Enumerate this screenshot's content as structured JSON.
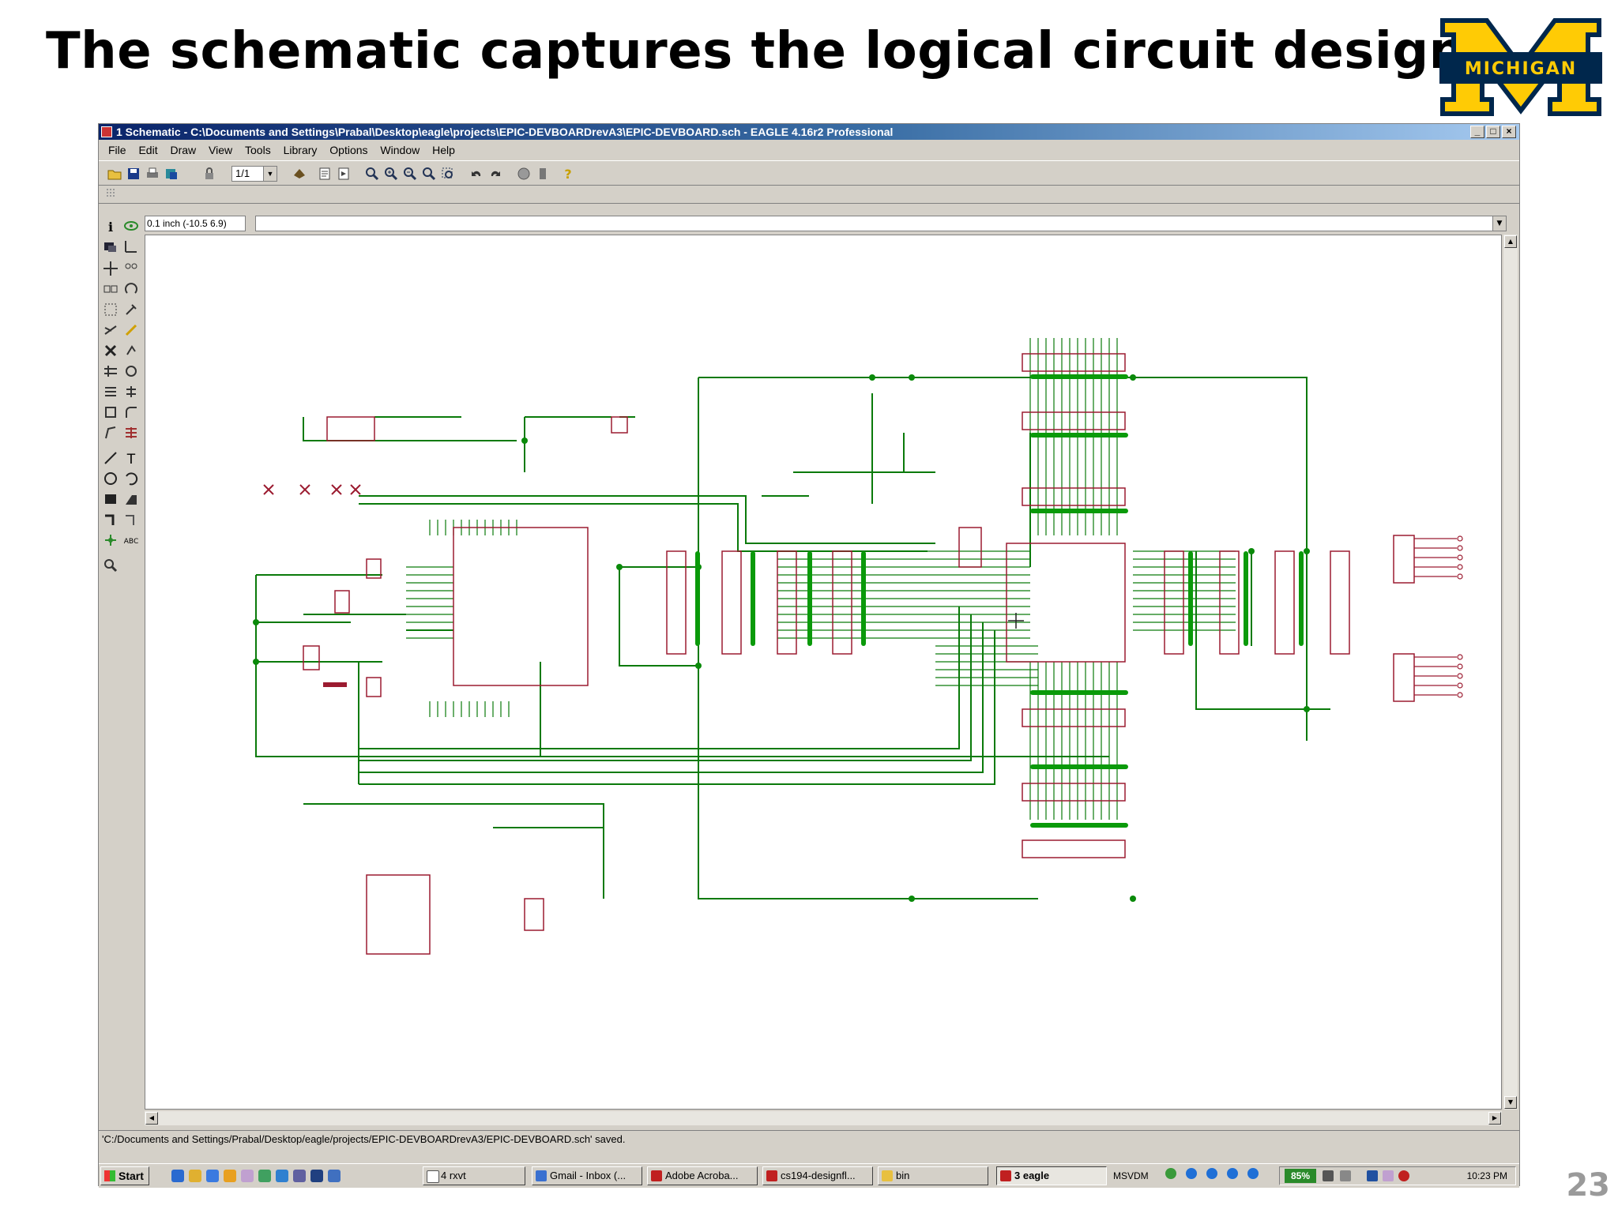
{
  "slide": {
    "title": "The schematic captures the logical circuit design",
    "page_number": "23",
    "logo_text": "MICHIGAN",
    "colors": {
      "maize": "#ffcb05",
      "blue": "#00274c",
      "wire": "#007a00",
      "part": "#9b1b30"
    }
  },
  "window": {
    "title": "1 Schematic - C:\\Documents and Settings\\Prabal\\Desktop\\eagle\\projects\\EPIC-DEVBOARDrevA3\\EPIC-DEVBOARD.sch - EAGLE 4.16r2 Professional",
    "controls": {
      "minimize": "_",
      "maximize": "□",
      "close": "×"
    }
  },
  "menu": [
    "File",
    "Edit",
    "Draw",
    "View",
    "Tools",
    "Library",
    "Options",
    "Window",
    "Help"
  ],
  "toolbar": {
    "sheet_value": "1/1",
    "icons": [
      "open-icon",
      "save-icon",
      "print-icon",
      "cam-icon",
      "lock-icon",
      "sheet-select",
      "board-icon",
      "script-icon",
      "run-icon",
      "zoom-fit-icon",
      "zoom-in-icon",
      "zoom-out-icon",
      "zoom-redraw-icon",
      "zoom-select-icon",
      "undo-icon",
      "redo-icon",
      "stop-icon",
      "go-icon",
      "help-icon"
    ]
  },
  "command_bar": {
    "coordinates": "0.1 inch (-10.5 6.9)",
    "command": ""
  },
  "status": {
    "message": "'C:/Documents and Settings/Prabal/Desktop/eagle/projects/EPIC-DEVBOARDrevA3/EPIC-DEVBOARD.sch' saved."
  },
  "taskbar": {
    "start_label": "Start",
    "tasks": [
      {
        "label": "4 rxvt",
        "color": "#ffffff"
      },
      {
        "label": "Gmail - Inbox (...",
        "color": "#3a70d0"
      },
      {
        "label": "Adobe Acroba...",
        "color": "#c02020"
      },
      {
        "label": "cs194-designfl...",
        "color": "#c02020"
      },
      {
        "label": "bin",
        "color": "#e8c040"
      },
      {
        "label": "3 eagle",
        "color": "#c02020"
      }
    ],
    "tray": {
      "label": "MSVDM",
      "battery": "85%",
      "time": "10:23 PM"
    }
  }
}
